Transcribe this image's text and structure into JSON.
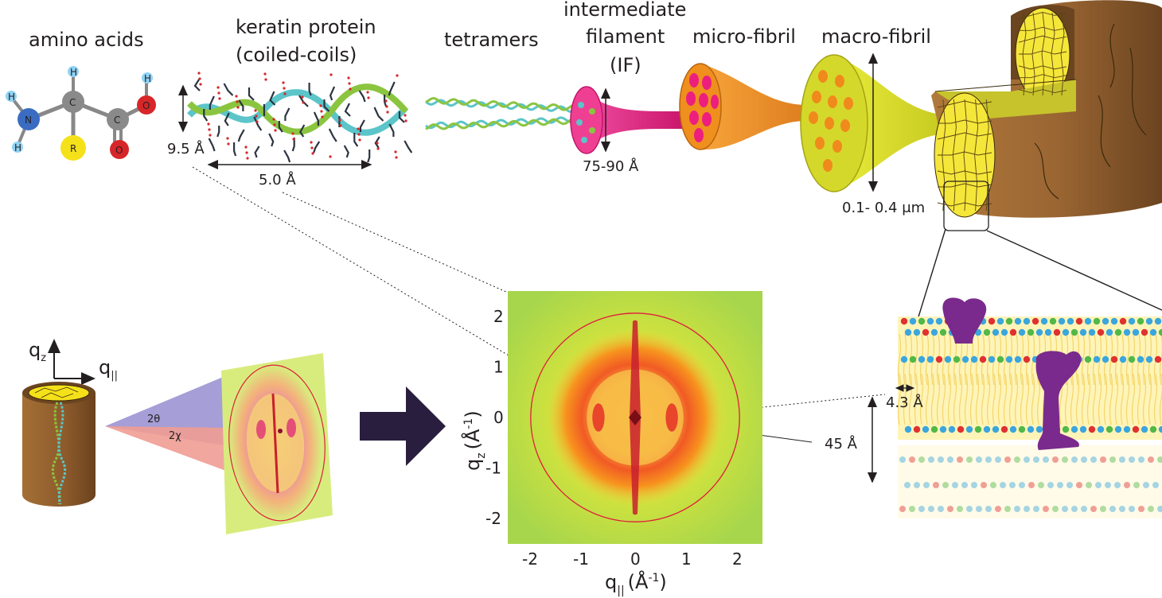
{
  "stages": {
    "amino_acids": "amino acids",
    "keratin_line1": "keratin protein",
    "keratin_line2": "(coiled-coils)",
    "tetramers": "tetramers",
    "if_line1": "intermediate",
    "if_line2": "filament",
    "if_line3": "(IF)",
    "micro_fibril": "micro-fibril",
    "macro_fibril": "macro-fibril"
  },
  "molecule": {
    "atom_h": "H",
    "atom_n": "N",
    "atom_c": "C",
    "atom_o": "O",
    "atom_r": "R"
  },
  "dimensions": {
    "keratin_height": "9.5 Å",
    "keratin_width": "5.0 Å",
    "if_diameter": "75-90 Å",
    "macro_fibril_diameter": "0.1- 0.4 μm",
    "lipid_spacing": "4.3 Å",
    "bilayer_thickness": "45 Å"
  },
  "geometry_labels": {
    "qz_main": "q",
    "qz_sub": "z",
    "qpar_main": "q",
    "qpar_sub": "||",
    "two_theta": "2θ",
    "two_chi": "2χ"
  },
  "diffraction": {
    "x_axis_main": "q",
    "x_axis_sub": "||",
    "x_axis_unit": "(Å",
    "x_axis_exp": "-1",
    "x_axis_close": ")",
    "y_axis_main": "q",
    "y_axis_sub": "z",
    "y_axis_unit": "(Å",
    "y_axis_exp": "-1",
    "y_axis_close": ")",
    "x_range": [
      -2.5,
      2.5
    ],
    "y_range": [
      -2.5,
      2.5
    ],
    "x_ticks": [
      -2,
      -1,
      0,
      1,
      2
    ],
    "y_ticks": [
      2,
      1,
      0,
      -1,
      -2
    ],
    "ring_radius": 2.05,
    "colors": {
      "background": "#a8d84a",
      "ring": "#f26322",
      "peak": "#c8202d",
      "circle": "#e01e3c"
    }
  },
  "colors": {
    "keratin_helix": "#8bc540",
    "tetramer_helix": "#5bc5c9",
    "if_tube": "#e5207b",
    "micro_fibril": "#ef8f1e",
    "macro_fibril": "#d9dc21",
    "hair_outer": "#8c5a2b",
    "cortex": "#f5e63a",
    "arrow": "#2a1e3f"
  }
}
